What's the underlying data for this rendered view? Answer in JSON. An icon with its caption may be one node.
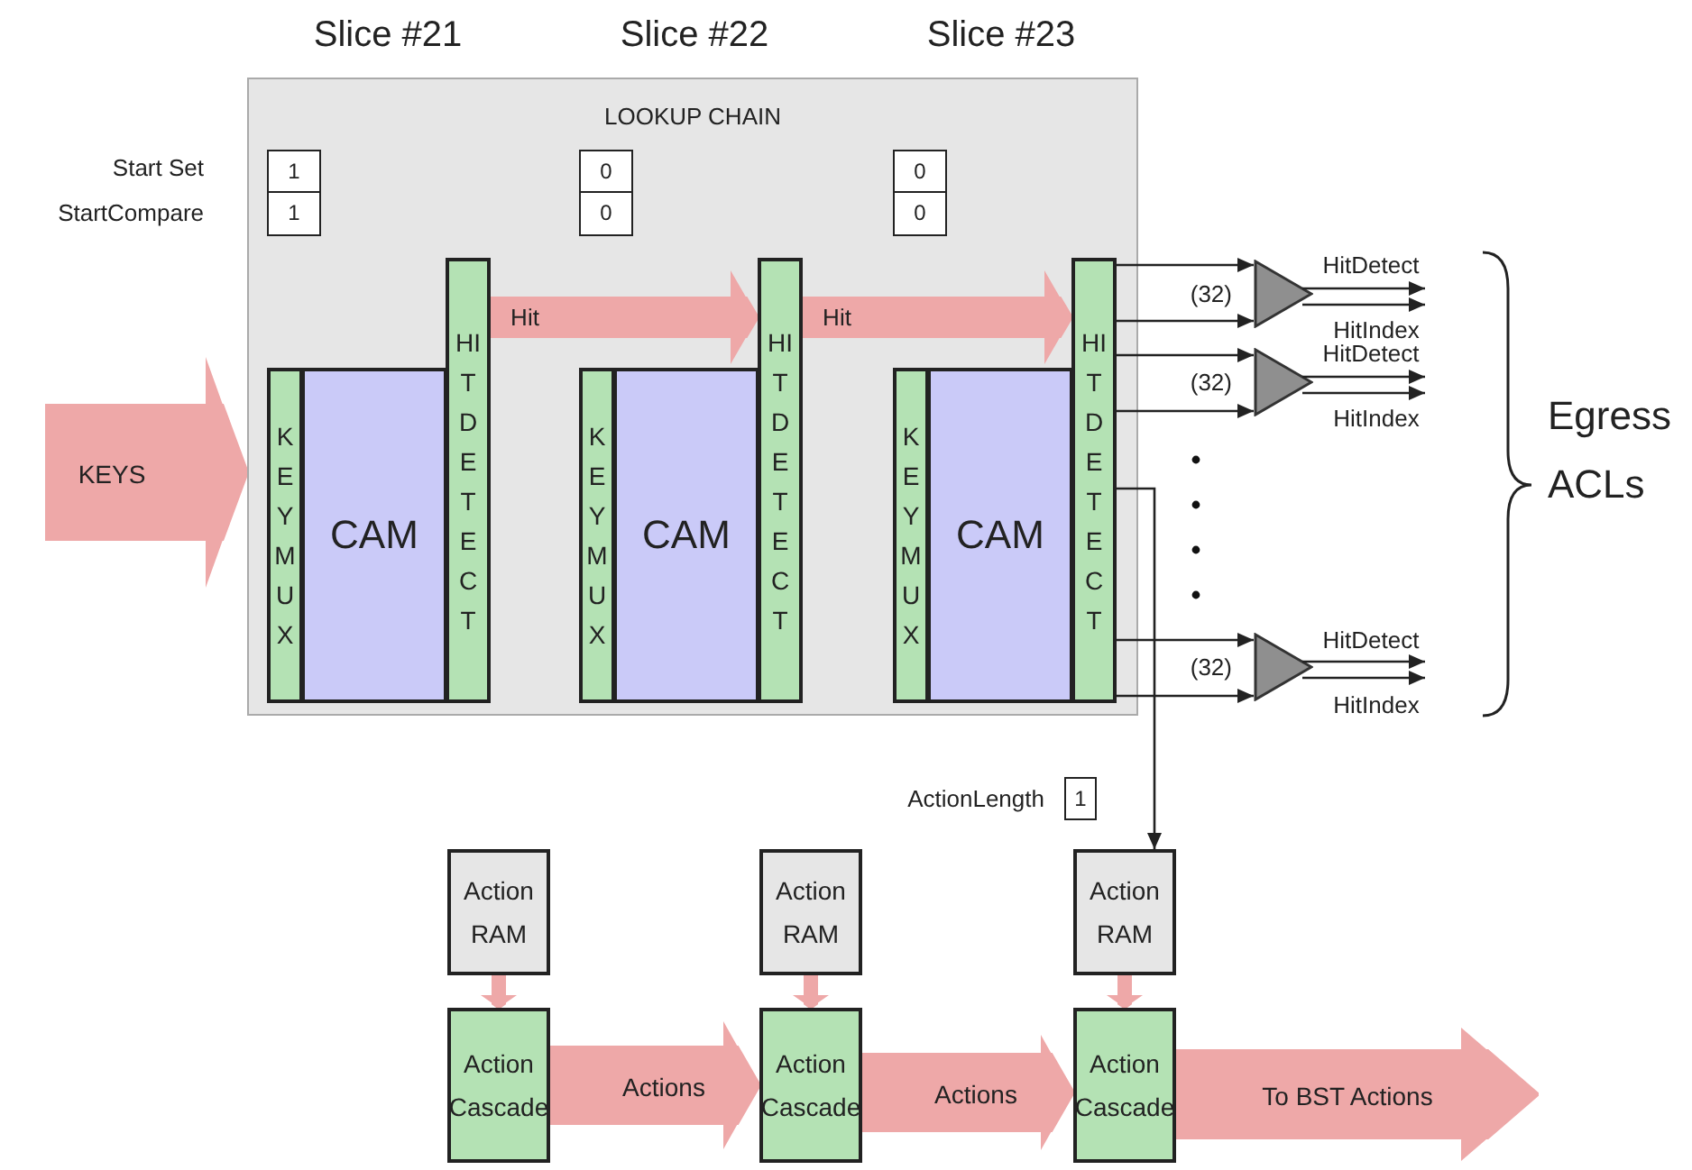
{
  "diagram": {
    "nodes": [
      {
        "text": [
          "LOOKUP CHAIN"
        ]
      },
      {
        "text": [
          "1"
        ],
        "in": 0
      },
      {
        "text": [
          "1"
        ],
        "in": 0
      },
      {
        "text": [
          "KEY MUX"
        ],
        "in": 0
      },
      {
        "text": [
          "CAM"
        ],
        "in": 0
      },
      {
        "text": [
          "HIT DETECT"
        ],
        "in": 0
      },
      {
        "text": [
          "0"
        ],
        "in": 0
      },
      {
        "text": [
          "0"
        ],
        "in": 0
      },
      {
        "text": [
          "KEY MUX"
        ],
        "in": 0
      },
      {
        "text": [
          "CAM"
        ],
        "in": 0
      },
      {
        "text": [
          "HIT DETECT"
        ],
        "in": 0
      },
      {
        "text": [
          "0"
        ],
        "in": 0
      },
      {
        "text": [
          "0"
        ],
        "in": 0
      },
      {
        "text": [
          "KEY MUX"
        ],
        "in": 0
      },
      {
        "text": [
          "CAM"
        ],
        "in": 0
      },
      {
        "text": [
          "HIT DETECT"
        ],
        "in": 0
      },
      {
        "text": [],
        "shape": "triangle",
        "beside": [
          "(32)"
        ]
      },
      {
        "text": [],
        "shape": "triangle",
        "beside": [
          "(32)"
        ]
      },
      {
        "text": [],
        "shape": "triangle",
        "beside": [
          "(32)"
        ]
      },
      {
        "text": [
          "1"
        ],
        "beside": [
          "ActionLength"
        ]
      },
      {
        "text": [
          "Action RAM"
        ]
      },
      {
        "text": [
          "Action Cascade"
        ]
      },
      {
        "text": [
          "Action RAM"
        ]
      },
      {
        "text": [
          "Action Cascade"
        ]
      },
      {
        "text": [
          "Action RAM"
        ]
      },
      {
        "text": [
          "Action Cascade"
        ]
      }
    ],
    "edges": [
      {
        "from": null,
        "to": 0,
        "arrow": "to",
        "label": "KEYS",
        "style": "thick",
        "color": "#eea8a8"
      },
      {
        "from": 5,
        "to": 10,
        "arrow": "to",
        "label": "Hit",
        "style": "thick",
        "color": "#eea8a8"
      },
      {
        "from": 10,
        "to": 15,
        "arrow": "to",
        "label": "Hit",
        "style": "thick",
        "color": "#eea8a8"
      },
      {
        "from": 15,
        "to": 16,
        "arrow": "to"
      },
      {
        "from": 15,
        "to": 16,
        "arrow": "to"
      },
      {
        "from": 15,
        "to": 17,
        "arrow": "to"
      },
      {
        "from": 15,
        "to": 17,
        "arrow": "to"
      },
      {
        "from": 15,
        "to": 18,
        "arrow": "to"
      },
      {
        "from": 15,
        "to": 18,
        "arrow": "to"
      },
      {
        "from": 16,
        "to": null,
        "arrow": "to",
        "label": "HitDetect"
      },
      {
        "from": 16,
        "to": null,
        "arrow": "to",
        "label": "HitIndex"
      },
      {
        "from": 17,
        "to": null,
        "arrow": "to",
        "label": "HitDetect"
      },
      {
        "from": 17,
        "to": null,
        "arrow": "to",
        "label": "HitIndex"
      },
      {
        "from": 18,
        "to": null,
        "arrow": "to",
        "label": "HitDetect"
      },
      {
        "from": 18,
        "to": null,
        "arrow": "to",
        "label": "HitIndex"
      },
      {
        "from": 15,
        "to": 24,
        "arrow": "to"
      },
      {
        "from": 20,
        "to": 21,
        "arrow": "to",
        "style": "thick",
        "color": "#eea8a8"
      },
      {
        "from": 22,
        "to": 23,
        "arrow": "to",
        "style": "thick",
        "color": "#eea8a8"
      },
      {
        "from": 24,
        "to": 25,
        "arrow": "to",
        "style": "thick",
        "color": "#eea8a8"
      },
      {
        "from": 21,
        "to": 23,
        "arrow": "to",
        "label": "Actions",
        "style": "thick",
        "color": "#eea8a8"
      },
      {
        "from": 23,
        "to": 25,
        "arrow": "to",
        "label": "Actions",
        "style": "thick",
        "color": "#eea8a8"
      },
      {
        "from": 25,
        "to": null,
        "arrow": "to",
        "label": "To BST Actions",
        "style": "thick",
        "color": "#eea8a8"
      }
    ],
    "labels": [
      "Slice #21",
      "Slice #22",
      "Slice #23",
      "Start Set",
      "StartCompare",
      "Egress ACLs"
    ]
  }
}
